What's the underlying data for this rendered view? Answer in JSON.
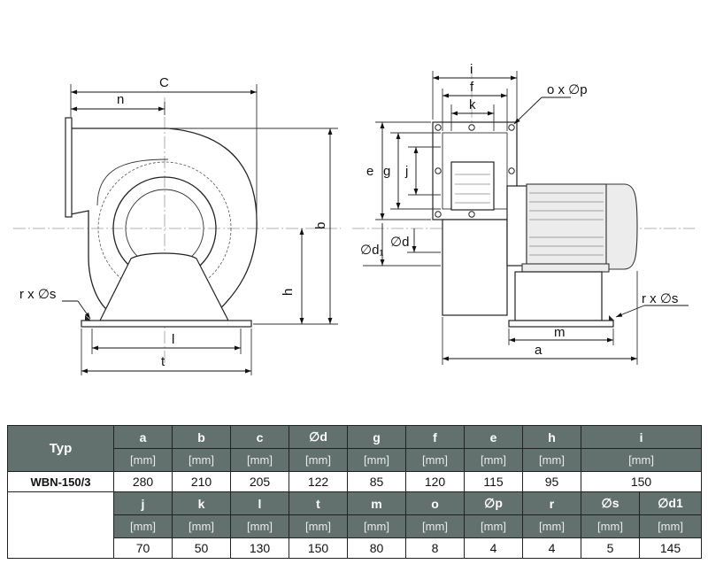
{
  "drawing": {
    "front_labels": {
      "C": "C",
      "n": "n",
      "b": "b",
      "h": "h",
      "l": "l",
      "t": "t",
      "rs": "r x ∅s"
    },
    "side_labels": {
      "i": "i",
      "f": "f",
      "k": "k",
      "op": "o x ∅p",
      "e": "e",
      "g": "g",
      "j": "j",
      "d1": "∅d₁",
      "d": "∅d",
      "rs": "r x ∅s",
      "m": "m",
      "a": "a"
    }
  },
  "table": {
    "typ_label": "Typ",
    "model": "WBN-150/3",
    "unit": "[mm]",
    "row1": [
      {
        "key": "a",
        "value": "280"
      },
      {
        "key": "b",
        "value": "210"
      },
      {
        "key": "c",
        "value": "205"
      },
      {
        "key": "∅d",
        "value": "122"
      },
      {
        "key": "g",
        "value": "85"
      },
      {
        "key": "f",
        "value": "120"
      },
      {
        "key": "e",
        "value": "115"
      },
      {
        "key": "h",
        "value": "95"
      },
      {
        "key": "i",
        "value": "150"
      }
    ],
    "row2": [
      {
        "key": "j",
        "value": "70"
      },
      {
        "key": "k",
        "value": "50"
      },
      {
        "key": "l",
        "value": "130"
      },
      {
        "key": "t",
        "value": "150"
      },
      {
        "key": "m",
        "value": "80"
      },
      {
        "key": "o",
        "value": "8"
      },
      {
        "key": "∅p",
        "value": "4"
      },
      {
        "key": "r",
        "value": "4"
      },
      {
        "key": "∅s",
        "value": "5"
      },
      {
        "key": "∅d1",
        "value": "145"
      }
    ]
  }
}
